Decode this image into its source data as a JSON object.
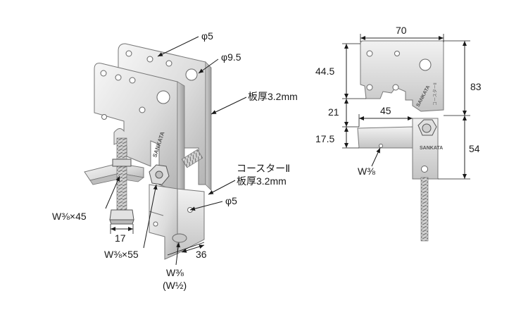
{
  "left_view": {
    "hole_small": "φ5",
    "hole_large": "φ9.5",
    "plate_thickness_top": "板厚3.2mm",
    "product_name": "コースターⅡ",
    "plate_thickness_bottom": "板厚3.2mm",
    "hole_small_lower": "φ5",
    "bolt_1": "W⅜×45",
    "dim_17": "17",
    "bolt_2": "W⅜×55",
    "dim_36": "36",
    "bolt_3_line1": "W⅜",
    "bolt_3_line2": "(W½)",
    "stamp": "SANKATA"
  },
  "right_view": {
    "dim_70": "70",
    "dim_44_5": "44.5",
    "dim_83": "83",
    "dim_21": "21",
    "dim_45": "45",
    "dim_17_5": "17.5",
    "dim_54": "54",
    "bolt": "W⅜",
    "plate_text": "コースターⅡ",
    "stamp": "SANKATA"
  },
  "colors": {
    "metal_light": "#eeeeee",
    "metal_mid": "#d6d6d6",
    "metal_dark": "#a9a9a9",
    "ink": "#1a1a1a"
  }
}
